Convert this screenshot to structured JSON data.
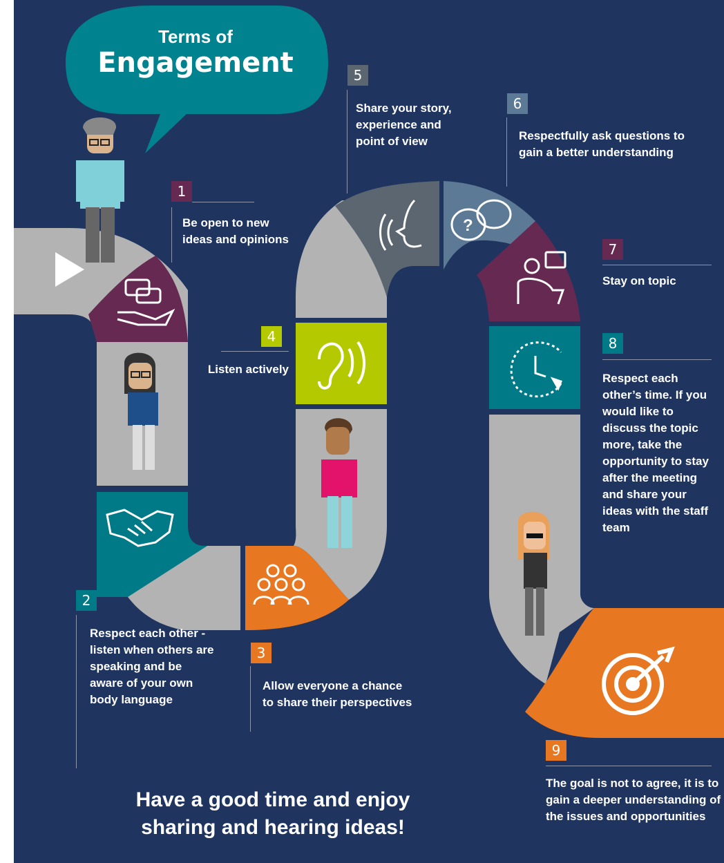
{
  "title": {
    "line1": "Terms of",
    "line2": "Engagement"
  },
  "steps": [
    {
      "number": "1",
      "text": "Be open to new ideas and opinions",
      "color": "#662952"
    },
    {
      "number": "2",
      "text": "Respect each other - listen when others are speaking and be aware of your own body language",
      "color": "#007a87"
    },
    {
      "number": "3",
      "text": "Allow everyone a chance to share their perspectives",
      "color": "#e87722"
    },
    {
      "number": "4",
      "text": "Listen actively",
      "color": "#b5c900"
    },
    {
      "number": "5",
      "text": "Share your story, experience and point of view",
      "color": "#5b6670"
    },
    {
      "number": "6",
      "text": "Respectfully ask questions to gain a better understanding",
      "color": "#5c7a96"
    },
    {
      "number": "7",
      "text": "Stay on topic",
      "color": "#662952"
    },
    {
      "number": "8",
      "text": "Respect each other’s time. If you would like to discuss the topic more, take the opportunity to stay after the meeting and share your ideas with the staff team",
      "color": "#007a87"
    },
    {
      "number": "9",
      "text": "The goal is not to agree, it is to gain a deeper understanding of the issues and opportunities",
      "color": "#e87722"
    }
  ],
  "closing": {
    "line1": "Have a good time and enjoy",
    "line2": "sharing and hearing ideas!"
  },
  "colors": {
    "background": "#1f3560",
    "path": "#b3b3b3",
    "bubble": "#00828f"
  },
  "icons": [
    "play-icon",
    "speech-bubbles-hand-icon",
    "handshake-icon",
    "group-icon",
    "ear-icon",
    "speaking-head-icon",
    "question-bubble-icon",
    "presenter-icon",
    "clock-icon",
    "target-icon"
  ]
}
